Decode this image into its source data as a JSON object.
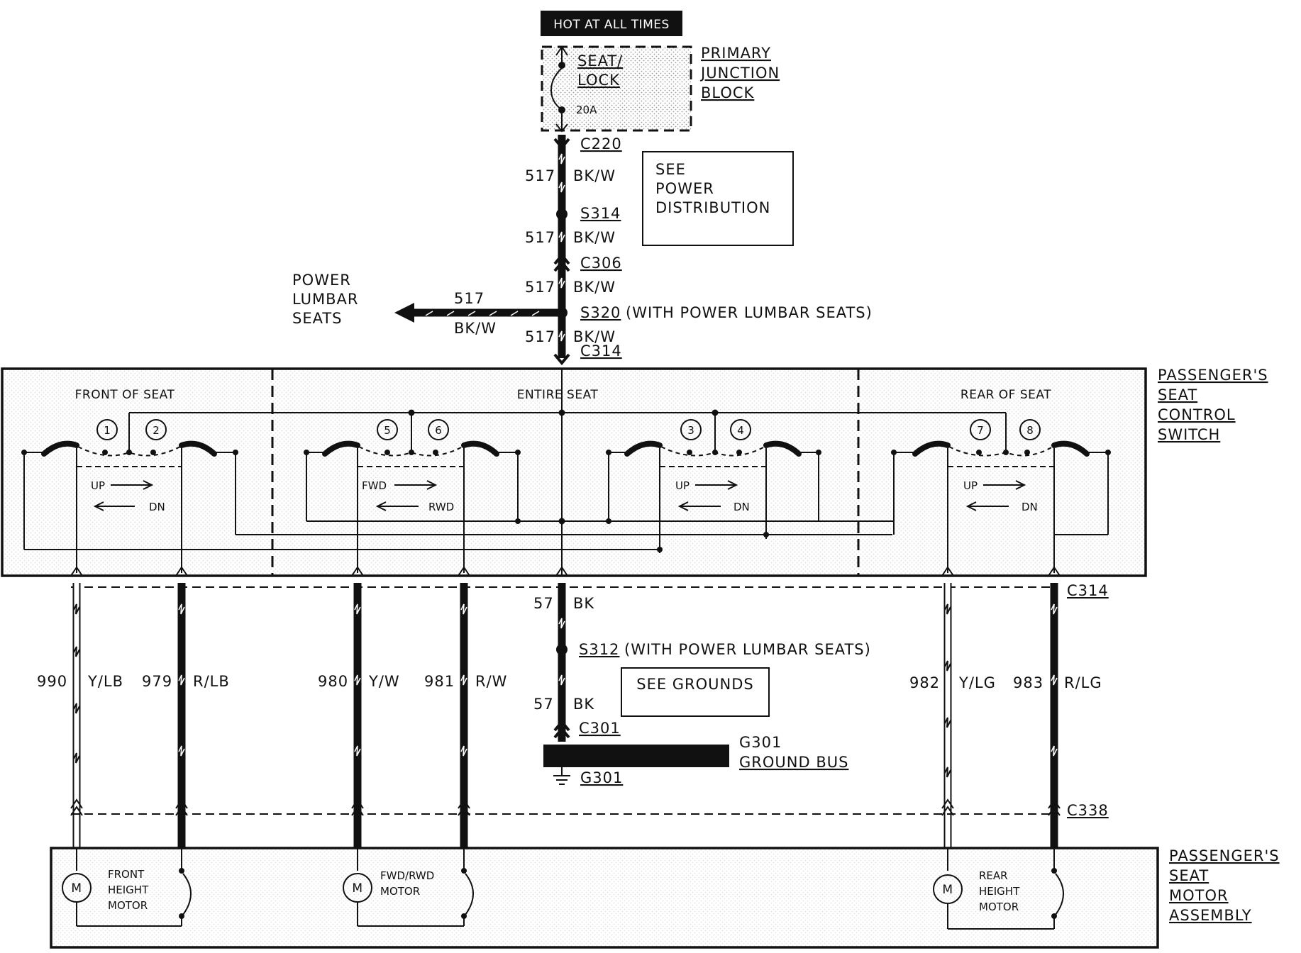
{
  "header": {
    "hot_label": "HOT AT ALL TIMES"
  },
  "fuse": {
    "name_line1": "SEAT/",
    "name_line2": "LOCK",
    "rating": "20A"
  },
  "junction_block": {
    "line1": "PRIMARY",
    "line2": "JUNCTION",
    "line3": "BLOCK"
  },
  "connectors": {
    "c220": "C220",
    "s314": "S314",
    "c306": "C306",
    "s320": "S320",
    "s320_note": "(WITH POWER LUMBAR SEATS)",
    "c314_top": "C314",
    "c314_bottom": "C314",
    "s312": "S312",
    "s312_note": "(WITH POWER LUMBAR SEATS)",
    "c301": "C301",
    "g301": "G301",
    "c338": "C338"
  },
  "power_wire": {
    "circuit": "517",
    "color": "BK/W"
  },
  "see_power": {
    "line1": "SEE",
    "line2": "POWER",
    "line3": "DISTRIBUTION"
  },
  "lumbar": {
    "line1": "POWER",
    "line2": "LUMBAR",
    "line3": "SEATS",
    "circuit": "517",
    "color": "BK/W"
  },
  "switch_assembly": {
    "title": [
      "PASSENGER'S",
      "SEAT",
      "CONTROL",
      "SWITCH"
    ],
    "sections": {
      "front": "FRONT OF SEAT",
      "entire": "ENTIRE SEAT",
      "rear": "REAR OF SEAT"
    },
    "contacts": [
      "1",
      "2",
      "5",
      "6",
      "3",
      "4",
      "7",
      "8"
    ],
    "directions": {
      "front_up": "UP",
      "front_dn": "DN",
      "mid_fwd": "FWD",
      "mid_rwd": "RWD",
      "mid2_up": "UP",
      "mid2_dn": "DN",
      "rear_up": "UP",
      "rear_dn": "DN"
    }
  },
  "ground_wire": {
    "circuit": "57",
    "color": "BK"
  },
  "see_grounds": "SEE GROUNDS",
  "ground_bus": {
    "line1": "G301",
    "line2": "GROUND BUS"
  },
  "motor_wires": [
    {
      "circuit": "990",
      "color": "Y/LB"
    },
    {
      "circuit": "979",
      "color": "R/LB"
    },
    {
      "circuit": "980",
      "color": "Y/W"
    },
    {
      "circuit": "981",
      "color": "R/W"
    },
    {
      "circuit": "982",
      "color": "Y/LG"
    },
    {
      "circuit": "983",
      "color": "R/LG"
    }
  ],
  "motor_assembly": {
    "title": [
      "PASSENGER'S",
      "SEAT",
      "MOTOR",
      "ASSEMBLY"
    ],
    "motor_symbol": "M",
    "front_motor": [
      "FRONT",
      "HEIGHT",
      "MOTOR"
    ],
    "fwd_motor": [
      "FWD/RWD",
      "MOTOR"
    ],
    "rear_motor": [
      "REAR",
      "HEIGHT",
      "MOTOR"
    ]
  }
}
